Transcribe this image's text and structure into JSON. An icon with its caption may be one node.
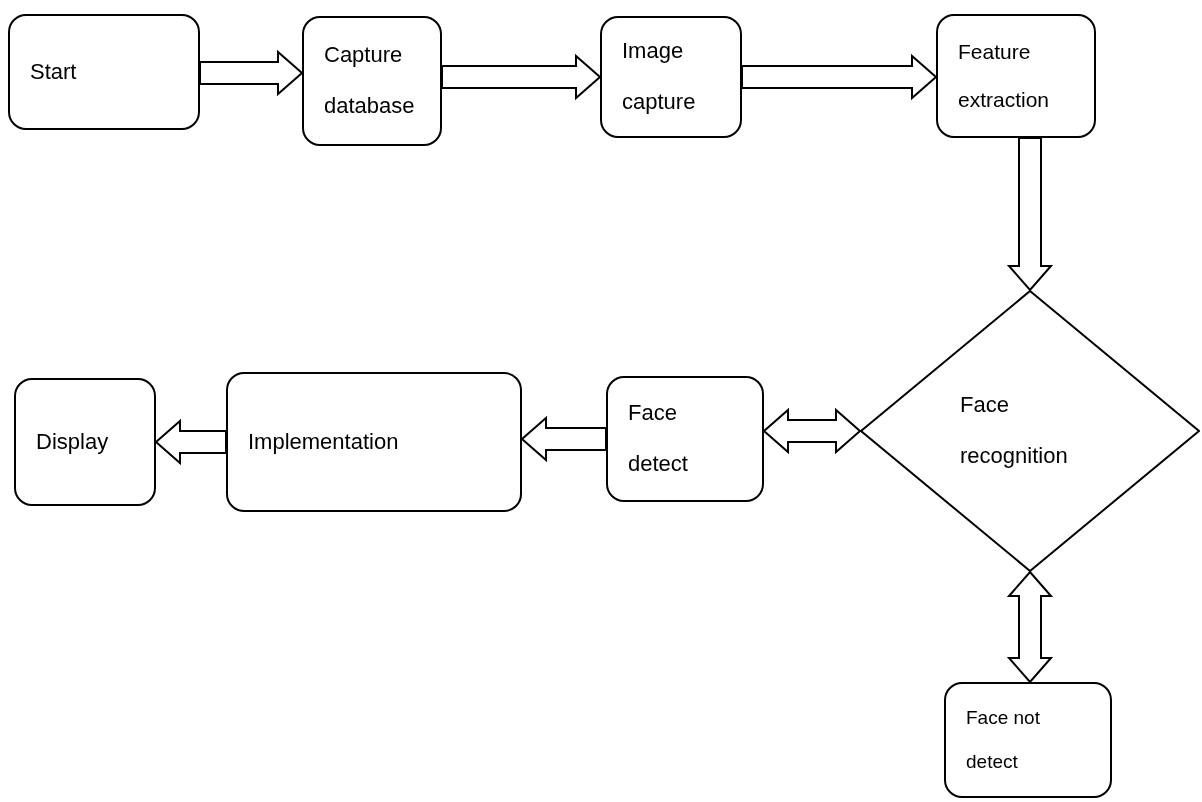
{
  "diagram": {
    "nodes": [
      {
        "text": [
          "Start"
        ]
      },
      {
        "text": [
          "Capture database"
        ]
      },
      {
        "text": [
          "Image capture"
        ]
      },
      {
        "text": [
          "Feature extraction"
        ]
      },
      {
        "text": [
          "Face recognition"
        ]
      },
      {
        "text": [
          "Face detect"
        ]
      },
      {
        "text": [
          "Implementation"
        ]
      },
      {
        "text": [
          "Display"
        ]
      },
      {
        "text": [
          "Face not detect"
        ]
      }
    ],
    "edges": [
      {
        "from": 0,
        "to": 1,
        "arrow": "to"
      },
      {
        "from": 1,
        "to": 2,
        "arrow": "to"
      },
      {
        "from": 2,
        "to": 3,
        "arrow": "to"
      },
      {
        "from": 3,
        "to": 4,
        "arrow": "to"
      },
      {
        "from": 4,
        "to": 5,
        "arrow": "both"
      },
      {
        "from": 5,
        "to": 6,
        "arrow": "to"
      },
      {
        "from": 6,
        "to": 7,
        "arrow": "to"
      },
      {
        "from": 4,
        "to": 8,
        "arrow": "both"
      }
    ]
  }
}
